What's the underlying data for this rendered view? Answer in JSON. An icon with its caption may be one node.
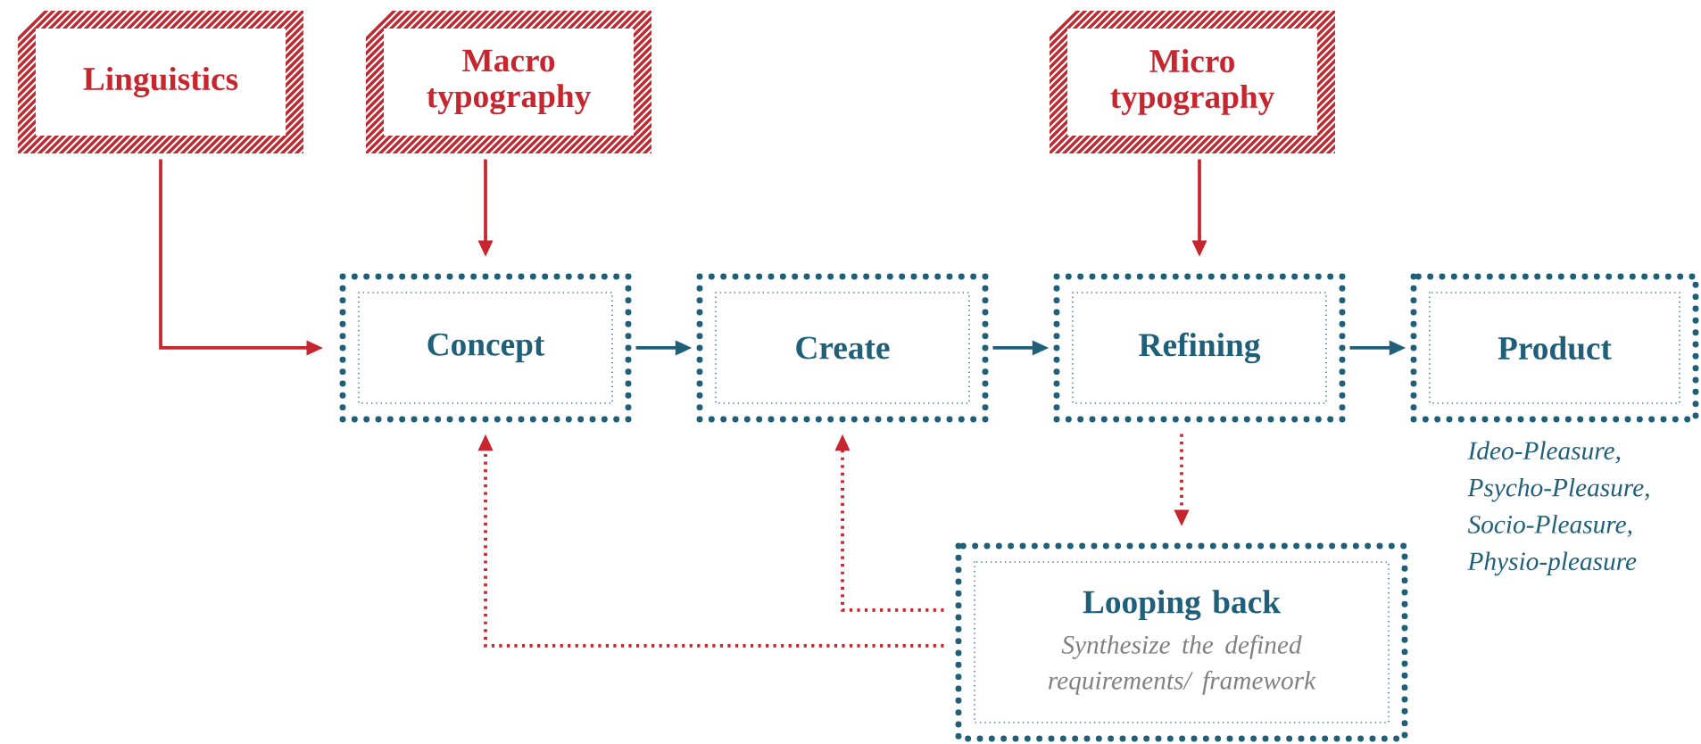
{
  "diagram": {
    "nodes": [
      {
        "text": [
          "Linguistics"
        ]
      },
      {
        "text": [
          "Macro typography"
        ]
      },
      {
        "text": [
          "Micro typography"
        ]
      },
      {
        "text": [
          "Concept"
        ]
      },
      {
        "text": [
          "Create"
        ]
      },
      {
        "text": [
          "Refining"
        ]
      },
      {
        "text": [
          "Product"
        ],
        "beside": [
          "Ideo-Pleasure, Psycho-Pleasure, Socio-Pleasure, Physio-pleasure"
        ]
      },
      {
        "text": [
          "Looping back",
          "Synthesize the defined requirements/ framework"
        ]
      }
    ],
    "edges": [
      {
        "from": 0,
        "to": 3,
        "arrow": "to"
      },
      {
        "from": 1,
        "to": 3,
        "arrow": "to"
      },
      {
        "from": 2,
        "to": 5,
        "arrow": "to"
      },
      {
        "from": 3,
        "to": 4,
        "arrow": "to",
        "color": "#1f5f7a"
      },
      {
        "from": 4,
        "to": 5,
        "arrow": "to",
        "color": "#1f5f7a"
      },
      {
        "from": 5,
        "to": 6,
        "arrow": "to",
        "color": "#1f5f7a"
      },
      {
        "from": 5,
        "to": 7,
        "arrow": "to",
        "style": "dashed"
      },
      {
        "from": 7,
        "to": 4,
        "arrow": "to",
        "style": "dashed"
      },
      {
        "from": 7,
        "to": 3,
        "arrow": "to",
        "style": "dashed"
      }
    ]
  }
}
